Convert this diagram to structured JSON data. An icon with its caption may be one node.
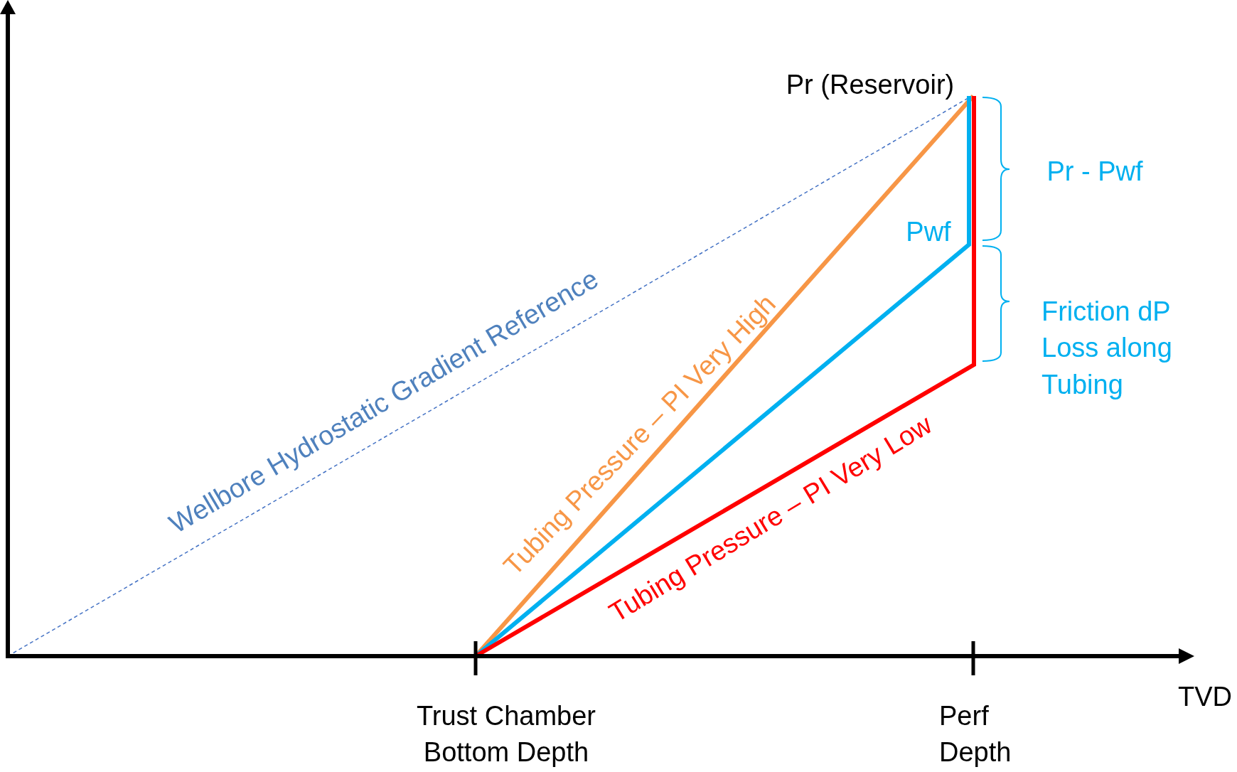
{
  "diagram": {
    "labels": [
      "Pr (Reservoir)",
      "Pr - Pwf",
      "Pwf",
      "Wellbore Hydrostatic Gradient Reference",
      "Tubing Pressure – PI Very High",
      "Friction dP Loss along Tubing",
      "Tubing Pressure – PI Very Low",
      "Trust Chamber Bottom Depth",
      "Perf Depth",
      "TVD"
    ]
  }
}
